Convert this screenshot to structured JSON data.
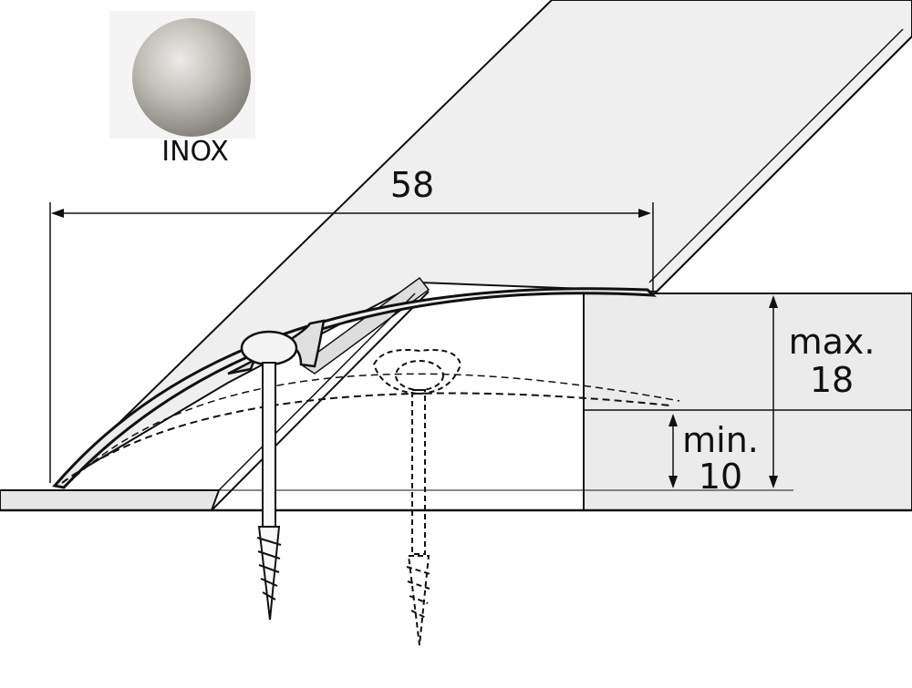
{
  "finish": {
    "label": "INOX",
    "swatch_color_light": "#e4e2de",
    "swatch_color_mid": "#b9b5ae",
    "swatch_color_dark": "#7f7b75"
  },
  "dimensions": {
    "width": "58",
    "max_label": "max.",
    "max_value": "18",
    "min_label": "min.",
    "min_value": "10"
  },
  "colors": {
    "line": "#111111",
    "profile_fill": "#f2f2f2",
    "floor_fill": "#e8e8e8"
  }
}
